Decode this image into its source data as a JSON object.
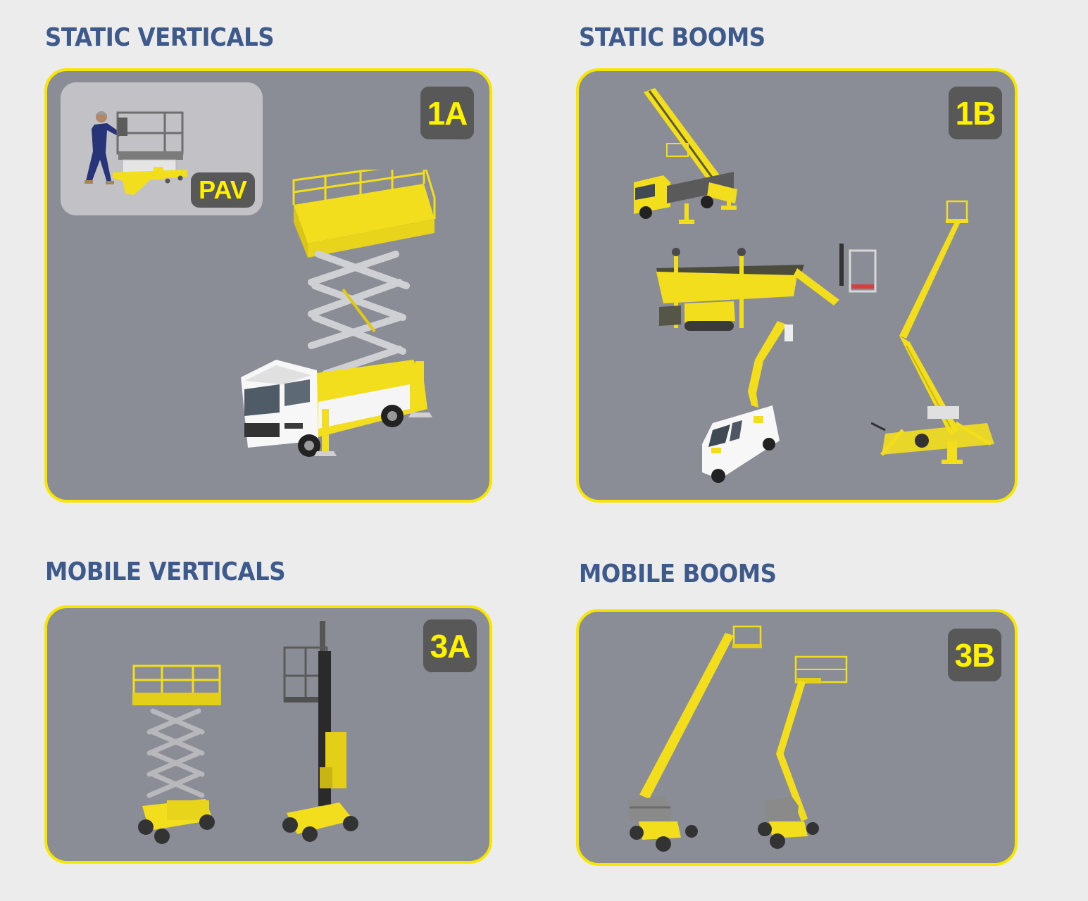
{
  "colors": {
    "background": "#ececec",
    "title": "#3d5a8a",
    "panel_fill": "#8a8d95",
    "panel_border": "#f6e600",
    "badge_fill": "#585858",
    "badge_text": "#fff200",
    "inset_fill": "#c2c2c6",
    "machine_yellow": "#f2de1c"
  },
  "sections": [
    {
      "id": "static-verticals",
      "title": "STATIC VERTICALS",
      "badge": "1A",
      "inset_label": "PAV",
      "illustrations": [
        "push-around-vertical-with-operator",
        "truck-mounted-scissor-lift"
      ]
    },
    {
      "id": "static-booms",
      "title": "STATIC BOOMS",
      "badge": "1B",
      "illustrations": [
        "truck-mounted-telescopic-boom",
        "tracked-spider-boom-lift",
        "van-mounted-articulated-boom",
        "trailer-mounted-boom-lift"
      ]
    },
    {
      "id": "mobile-verticals",
      "title": "MOBILE VERTICALS",
      "badge": "3A",
      "illustrations": [
        "self-propelled-scissor-lift",
        "vertical-mast-lift"
      ]
    },
    {
      "id": "mobile-booms",
      "title": "MOBILE BOOMS",
      "badge": "3B",
      "illustrations": [
        "self-propelled-telescopic-boom",
        "self-propelled-articulated-boom"
      ]
    }
  ]
}
